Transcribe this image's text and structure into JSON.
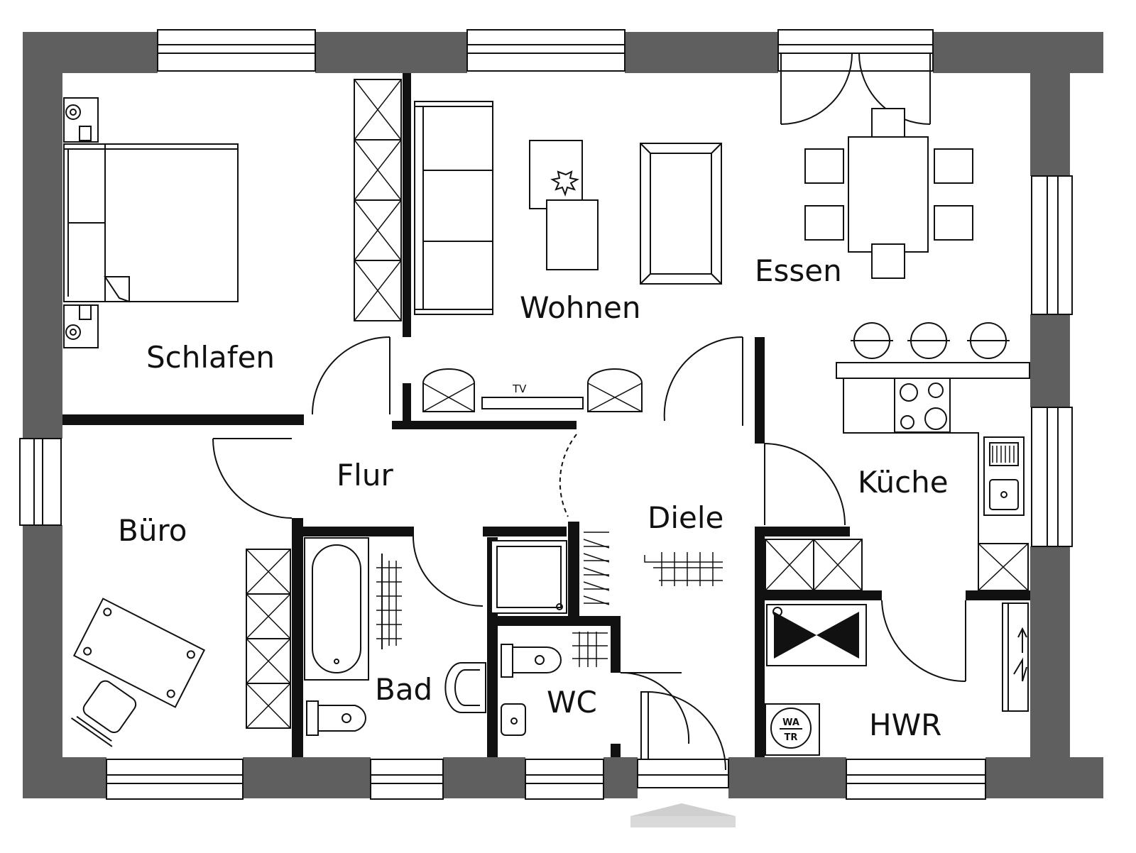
{
  "rooms": {
    "schlafen": "Schlafen",
    "wohnen": "Wohnen",
    "essen": "Essen",
    "flur": "Flur",
    "kueche": "Küche",
    "diele": "Diele",
    "buero": "Büro",
    "bad": "Bad",
    "wc": "WC",
    "hwr": "HWR"
  },
  "symbols": {
    "tv": "TV",
    "boiler_top": "WA",
    "boiler_bottom": "TR"
  },
  "colors": {
    "wall": "#5f5f5f",
    "line": "#111111",
    "background": "#ffffff"
  }
}
